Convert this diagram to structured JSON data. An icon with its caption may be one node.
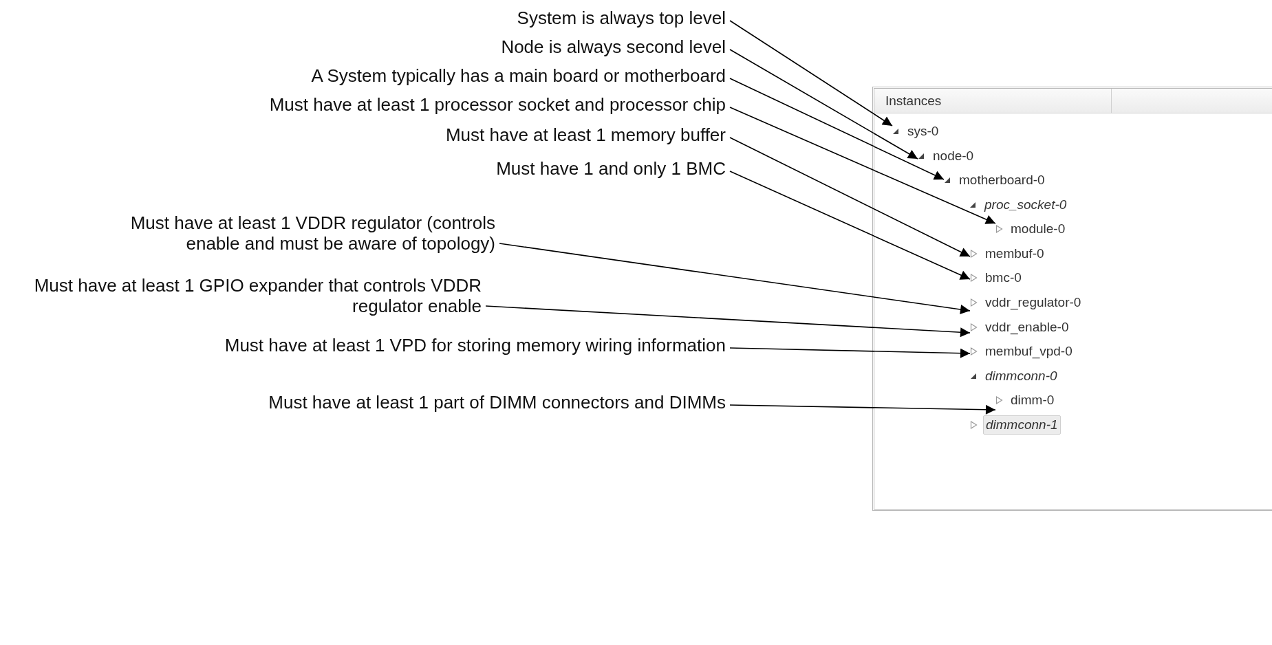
{
  "diagram": {
    "nodes": [
      {
        "text": [
          "System is always top level"
        ]
      },
      {
        "text": [
          "Node is always second level"
        ]
      },
      {
        "text": [
          "A System typically has a main board or motherboard"
        ]
      },
      {
        "text": [
          "Must have at least 1 processor socket and processor chip"
        ]
      },
      {
        "text": [
          "Must have at least 1 memory buffer"
        ]
      },
      {
        "text": [
          "Must have 1 and only 1 BMC"
        ]
      },
      {
        "text": [
          "Must have at least 1 VDDR regulator (controls enable and must be aware of topology)"
        ]
      },
      {
        "text": [
          "Must have at least 1 GPIO expander that controls VDDR regulator enable"
        ]
      },
      {
        "text": [
          "Must have at least 1 VPD for storing memory wiring information"
        ]
      },
      {
        "text": [
          "Must have at least 1 part of DIMM connectors and DIMMs"
        ]
      },
      {
        "text": [
          "Instances"
        ]
      },
      {
        "text": [
          "sys-0"
        ],
        "in": 10
      },
      {
        "text": [
          "node-0"
        ],
        "in": 10
      },
      {
        "text": [
          "motherboard-0"
        ],
        "in": 10
      },
      {
        "text": [
          "proc_socket-0"
        ],
        "in": 10
      },
      {
        "text": [
          "module-0"
        ],
        "in": 10
      },
      {
        "text": [
          "membuf-0"
        ],
        "in": 10
      },
      {
        "text": [
          "bmc-0"
        ],
        "in": 10
      },
      {
        "text": [
          "vddr_regulator-0"
        ],
        "in": 10
      },
      {
        "text": [
          "vddr_enable-0"
        ],
        "in": 10
      },
      {
        "text": [
          "membuf_vpd-0"
        ],
        "in": 10
      },
      {
        "text": [
          "dimmconn-0"
        ],
        "in": 10
      },
      {
        "text": [
          "dimm-0"
        ],
        "in": 10
      },
      {
        "text": [
          "dimmconn-1"
        ],
        "in": 10
      }
    ],
    "edges": [
      {
        "from": 0,
        "to": 11,
        "arrow": "to"
      },
      {
        "from": 1,
        "to": 12,
        "arrow": "to"
      },
      {
        "from": 2,
        "to": 13,
        "arrow": "to"
      },
      {
        "from": 3,
        "to": 15,
        "arrow": "to"
      },
      {
        "from": 4,
        "to": 16,
        "arrow": "to"
      },
      {
        "from": 5,
        "to": 17,
        "arrow": "to"
      },
      {
        "from": 6,
        "to": 18,
        "arrow": "to"
      },
      {
        "from": 7,
        "to": 19,
        "arrow": "to"
      },
      {
        "from": 8,
        "to": 20,
        "arrow": "to"
      },
      {
        "from": 9,
        "to": 22,
        "arrow": "to"
      }
    ]
  }
}
